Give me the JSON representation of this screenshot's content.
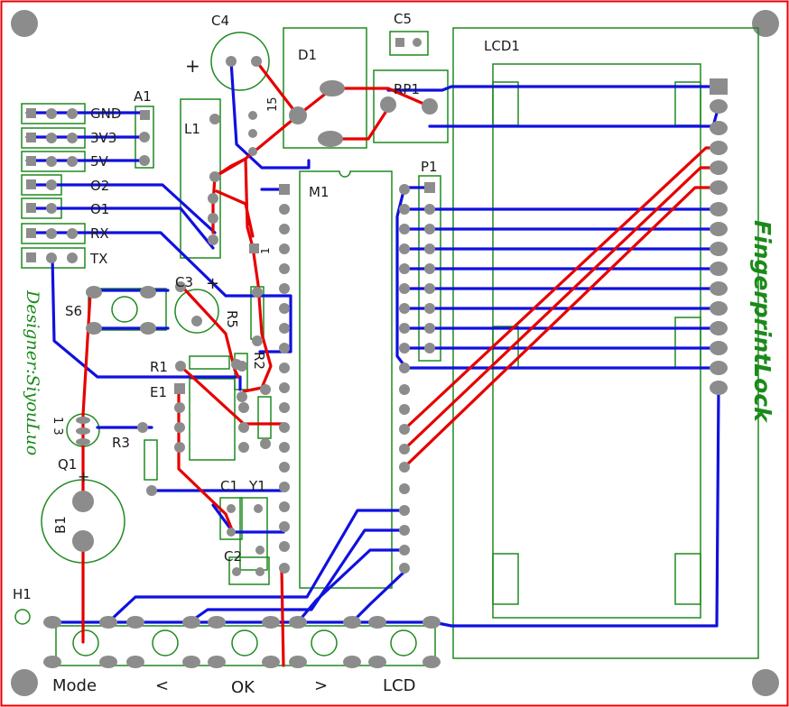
{
  "board": {
    "title": "FingerprintLock",
    "designer": "Designer:SiyouLuo"
  },
  "labels": {
    "c4": "C4",
    "plus_c4": "+",
    "d1": "D1",
    "c5": "C5",
    "lcd1": "LCD1",
    "a1": "A1",
    "rp1": "RP1",
    "l1": "L1",
    "num15": "15",
    "p1": "P1",
    "m1": "M1",
    "num1": "1",
    "c3": "C3",
    "plus_c3": "+",
    "s6": "S6",
    "r5": "R5",
    "r1": "R1",
    "r2": "R2",
    "e1": "E1",
    "r3": "R3",
    "q1": "Q1",
    "q1_pins": "1 3",
    "plus_b1": "+",
    "b1": "B1",
    "c1": "C1",
    "y1": "Y1",
    "c2": "C2",
    "h1": "H1"
  },
  "connector": {
    "pins": [
      "GND",
      "3V3",
      "5V",
      "O2",
      "O1",
      "RX",
      "TX"
    ]
  },
  "buttons": {
    "labels": [
      "Mode",
      "<",
      "OK",
      ">",
      "LCD"
    ]
  },
  "colors": {
    "outline": "#e60000",
    "silkscreen": "#1f8a1f",
    "top_copper": "#e60000",
    "bottom_copper": "#1010e0",
    "pad": "#8c8c8c"
  }
}
